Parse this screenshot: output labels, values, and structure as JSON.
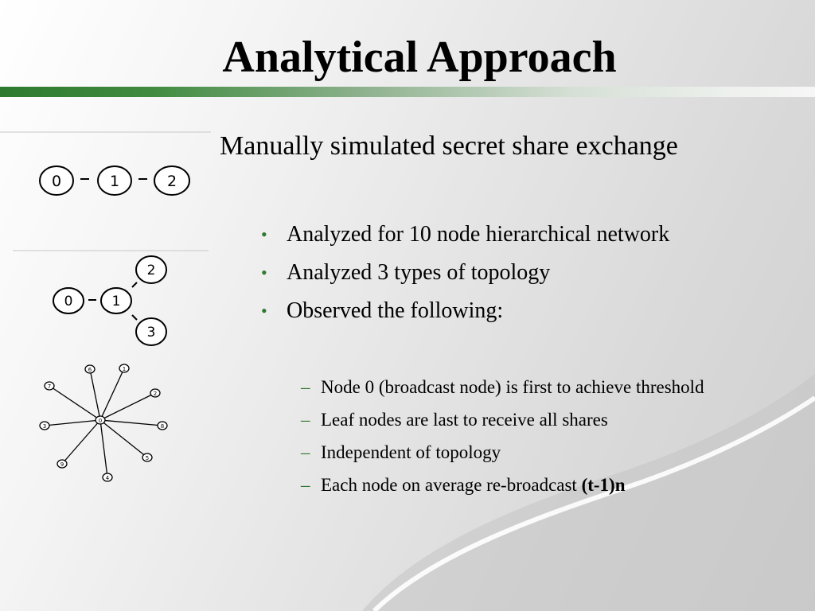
{
  "slide": {
    "title": "Analytical Approach",
    "subtitle": "Manually simulated secret share exchange",
    "bullets": [
      "Analyzed for 10 node hierarchical network",
      "Analyzed 3 types of topology",
      "Observed the following:"
    ],
    "subbullets": [
      {
        "text": "Node 0 (broadcast node) is first to achieve threshold",
        "bold": ""
      },
      {
        "text": "Leaf nodes are last to receive all shares",
        "bold": ""
      },
      {
        "text": "Independent of topology",
        "bold": ""
      },
      {
        "text": "Each node on average re-broadcast ",
        "bold": "(t-1)n"
      }
    ],
    "bullet_symbol": "•",
    "subbullet_symbol": "–"
  },
  "topologies": {
    "chain": {
      "nodes": [
        "0",
        "1",
        "2"
      ]
    },
    "tree": {
      "nodes": [
        "0",
        "1",
        "2",
        "3"
      ]
    },
    "star": {
      "center": "0",
      "leaves": [
        "1",
        "2",
        "8",
        "5",
        "4",
        "9",
        "3",
        "7",
        "6"
      ]
    }
  },
  "colors": {
    "accent_green": "#2e7a2e",
    "text": "#000000"
  }
}
